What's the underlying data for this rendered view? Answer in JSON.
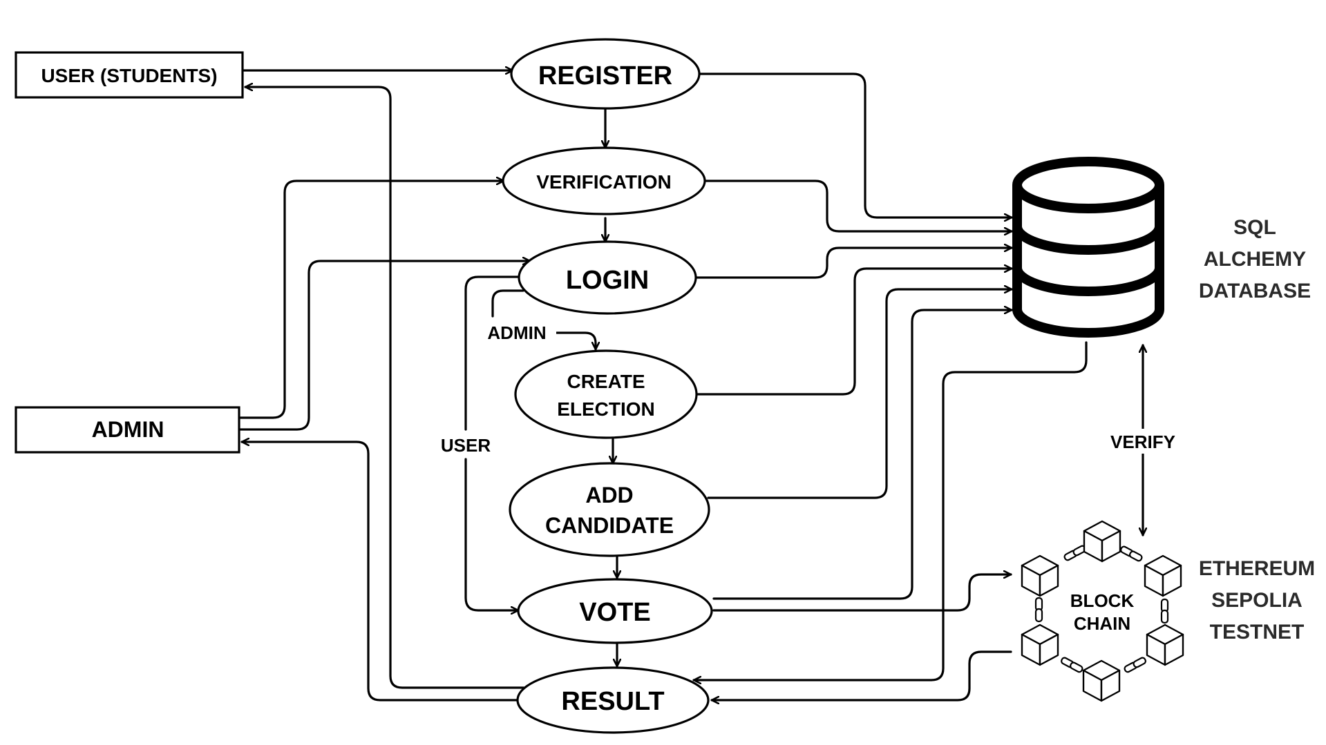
{
  "actors": {
    "user": "USER  (STUDENTS)",
    "admin": "ADMIN"
  },
  "steps": {
    "register": "REGISTER",
    "verification": "VERIFICATION",
    "login": "LOGIN",
    "create_election": [
      "CREATE",
      "ELECTION"
    ],
    "add_candidate": [
      "ADD",
      "CANDIDATE"
    ],
    "vote": "VOTE",
    "result": "RESULT"
  },
  "edge_labels": {
    "admin_branch": "ADMIN",
    "user_branch": "USER",
    "verify": "VERIFY"
  },
  "database": {
    "label": [
      "SQL",
      "ALCHEMY",
      "DATABASE"
    ],
    "icon": "database-icon"
  },
  "blockchain": {
    "label": [
      "BLOCK",
      "CHAIN"
    ],
    "network": [
      "ETHEREUM",
      "SEPOLIA",
      "TESTNET"
    ],
    "icon": "blockchain-icon"
  }
}
